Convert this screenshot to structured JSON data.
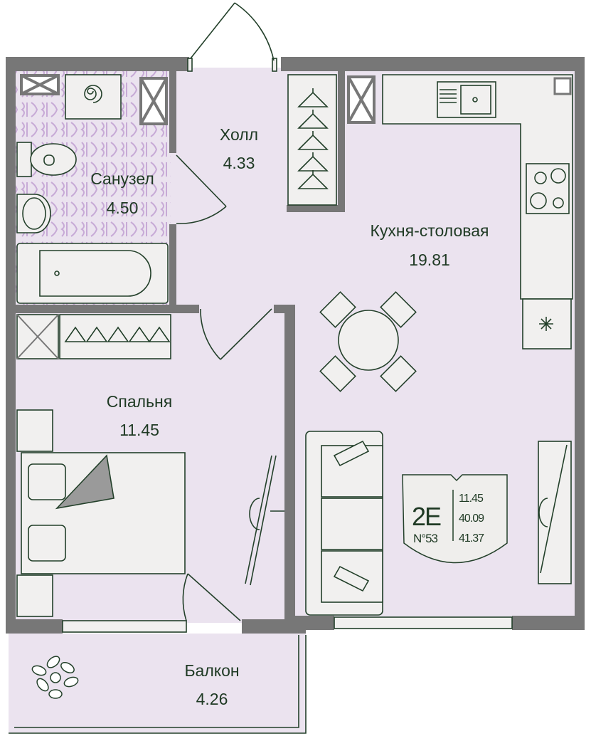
{
  "rooms": {
    "bathroom": {
      "name": "Санузел",
      "area": "4.50"
    },
    "hall": {
      "name": "Холл",
      "area": "4.33"
    },
    "kitchen": {
      "name": "Кухня-столовая",
      "area": "19.81"
    },
    "bedroom": {
      "name": "Спальня",
      "area": "11.45"
    },
    "balcony": {
      "name": "Балкон",
      "area": "4.26"
    }
  },
  "badge": {
    "type": "2E",
    "number": "N°53",
    "living_area": "11.45",
    "total_area": "40.09",
    "total_with_balcony": "41.37"
  },
  "colors": {
    "wall": "#777777",
    "floor": "#ebe3ef",
    "line": "#23402a",
    "tile": "#c7aad6"
  }
}
